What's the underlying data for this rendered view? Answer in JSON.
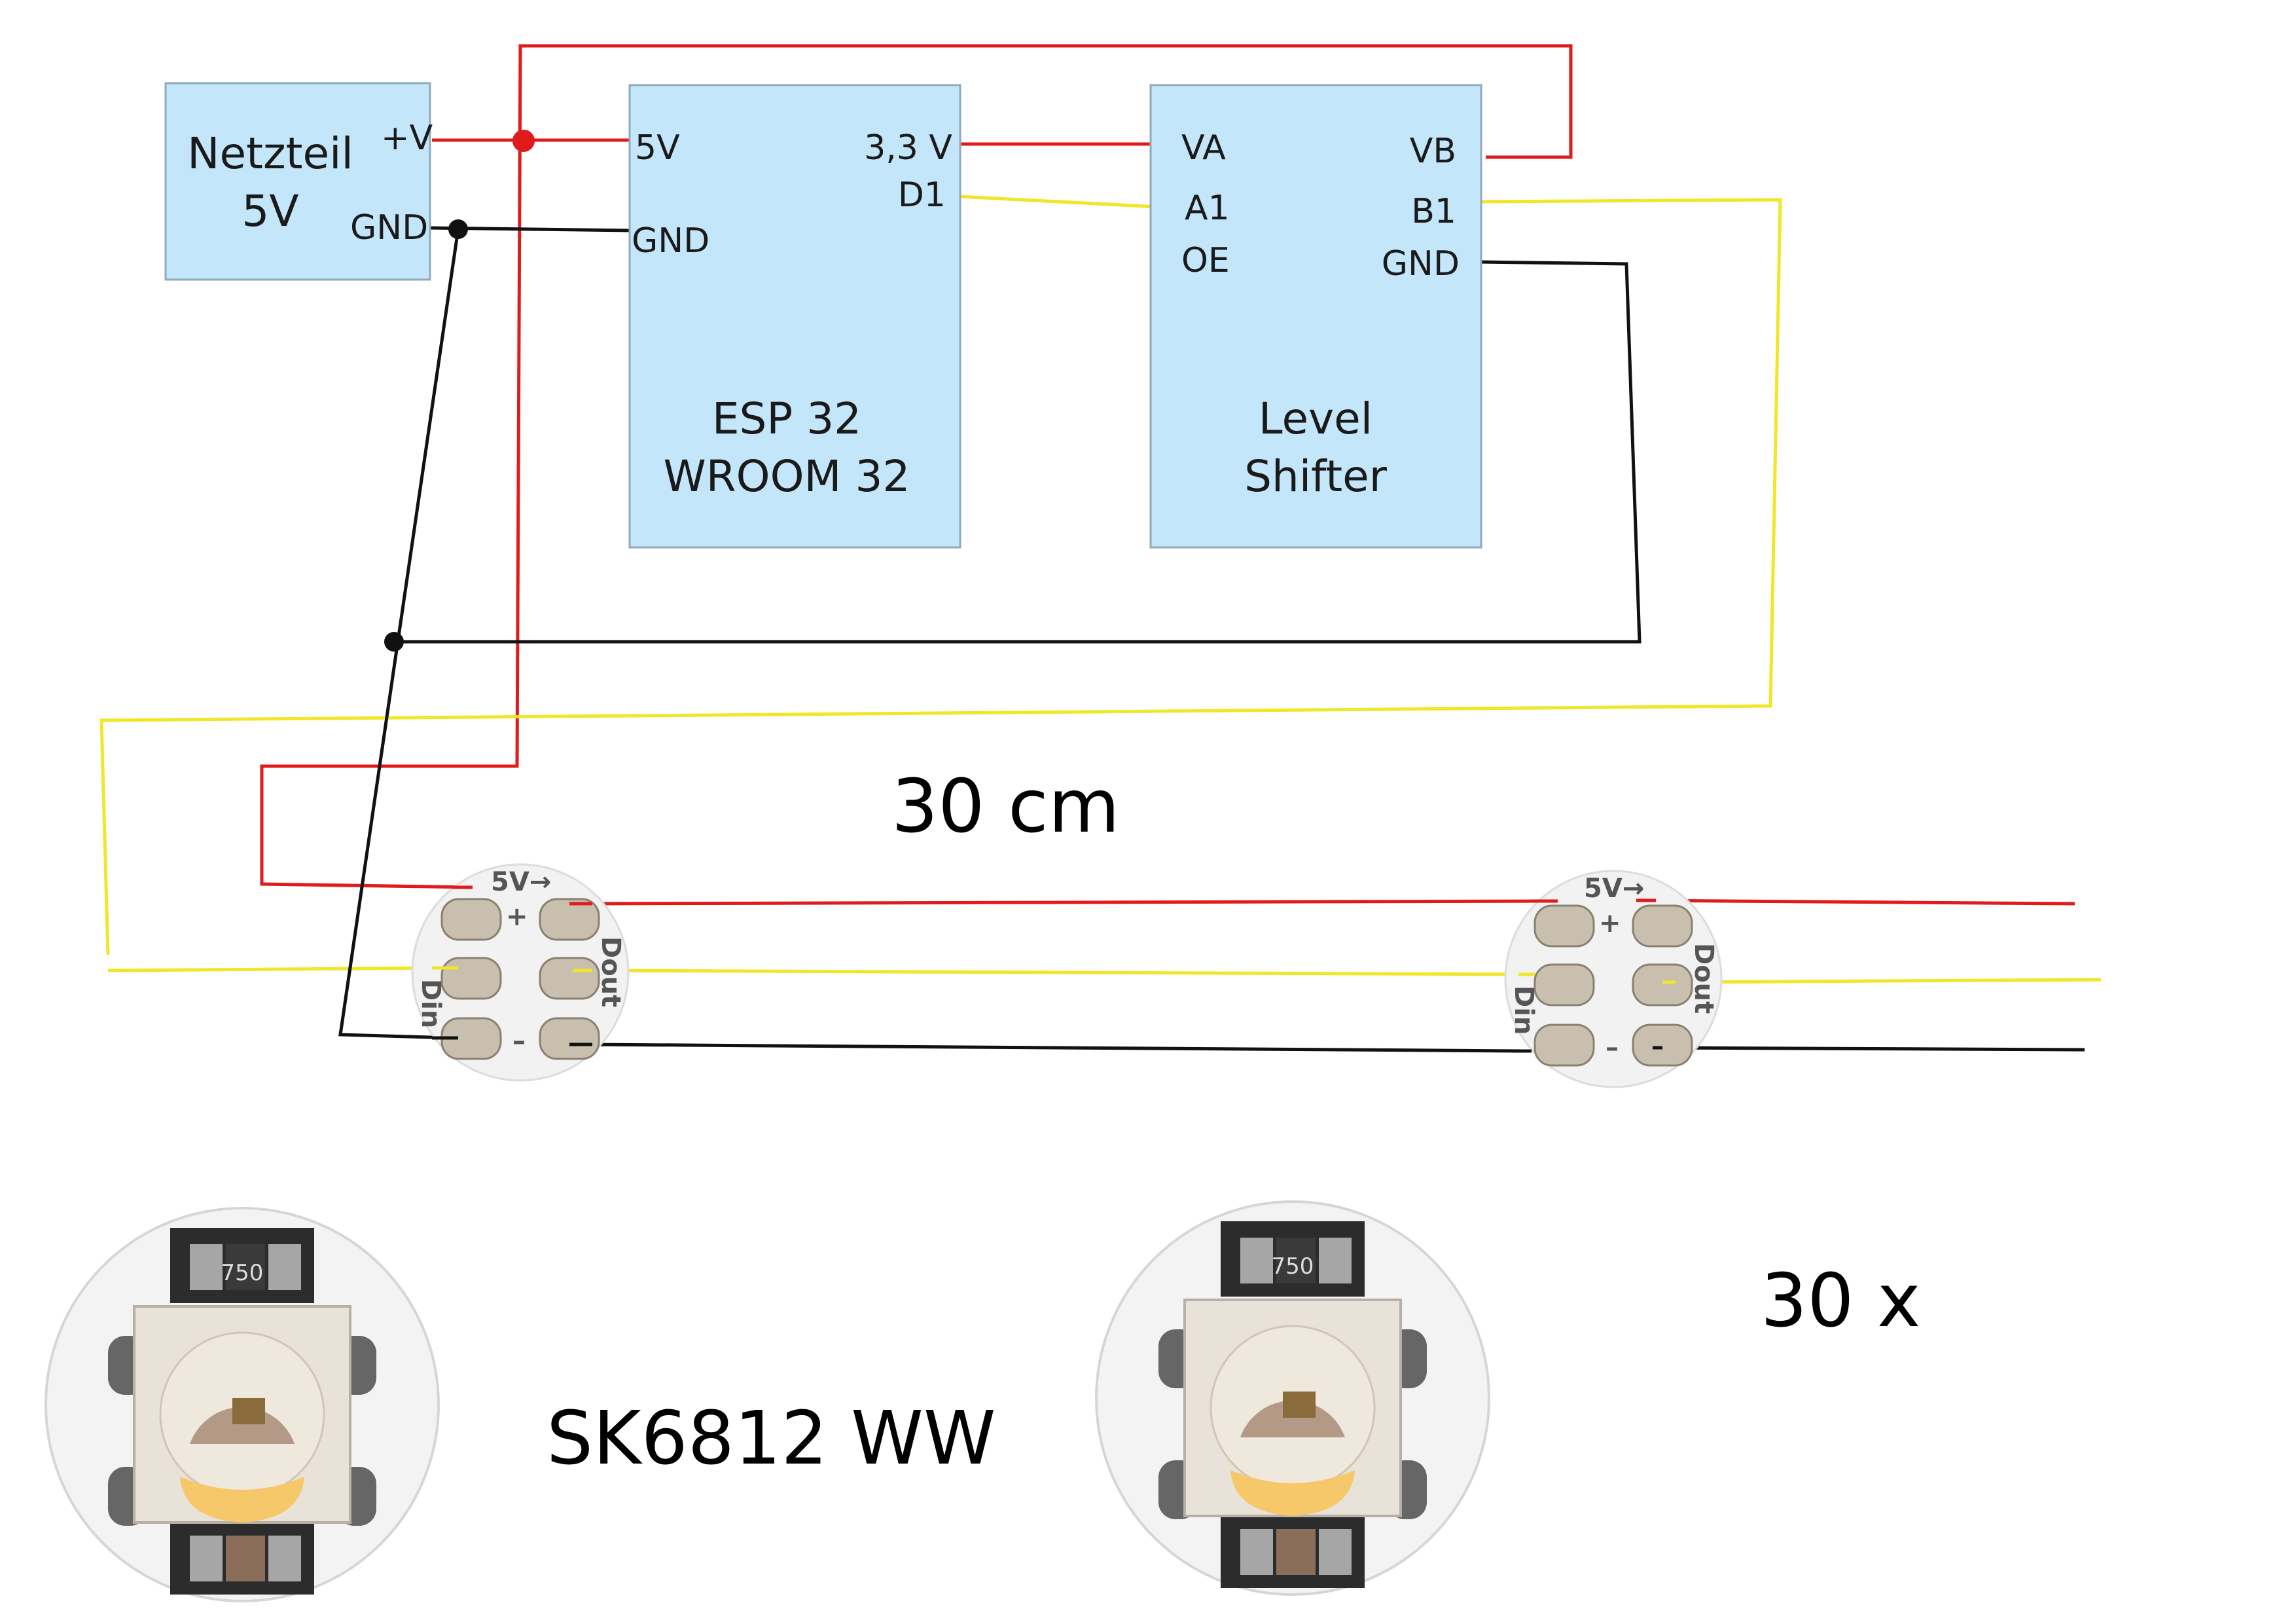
{
  "colors": {
    "vcc": "#e01b1b",
    "gnd": "#111111",
    "data": "#f0e62a",
    "box": "#c3e6fa"
  },
  "netzteil": {
    "line1": "Netzteil",
    "line2": "5V",
    "pin_v": "+V",
    "pin_gnd": "GND"
  },
  "esp32": {
    "line1": "ESP 32",
    "line2": "WROOM 32",
    "pin_5v": "5V",
    "pin_gnd": "GND",
    "pin_33v": "3,3 V",
    "pin_d1": "D1"
  },
  "shifter": {
    "line1": "Level",
    "line2": "Shifter",
    "pin_va": "VA",
    "pin_a1": "A1",
    "pin_oe": "OE",
    "pin_vb": "VB",
    "pin_b1": "B1",
    "pin_gnd": "GND"
  },
  "pcb": {
    "label_5v": "5V→",
    "label_plus": "+",
    "label_din": "Din",
    "label_dout": "Dout",
    "label_minus": "–",
    "resistor": "750"
  },
  "labels": {
    "distance": "30 cm",
    "count": "30 x",
    "led_type": "SK6812 WW"
  }
}
